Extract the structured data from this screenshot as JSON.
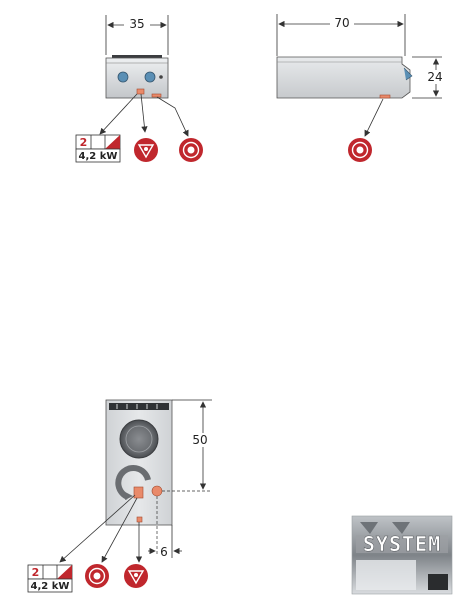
{
  "front_view": {
    "width_label": "35",
    "power_badge": {
      "count": "2",
      "power": "4,2 kW"
    }
  },
  "side_view": {
    "depth_label": "70",
    "height_label": "24"
  },
  "top_view": {
    "depth_label": "50",
    "offset_label": "6",
    "power_badge": {
      "count": "2",
      "power": "4,2 kW"
    }
  },
  "logo": {
    "text": "SYSTEM"
  },
  "colors": {
    "accent_red": "#c0272d",
    "connection_orange": "#e98a6a",
    "body_gray": "#d3d5d8",
    "knob_blue": "#5a8fb5",
    "line_dark": "#333333"
  },
  "icons": {
    "electric": "red-circle-dot-icon",
    "gas": "red-circle-gas-icon"
  }
}
